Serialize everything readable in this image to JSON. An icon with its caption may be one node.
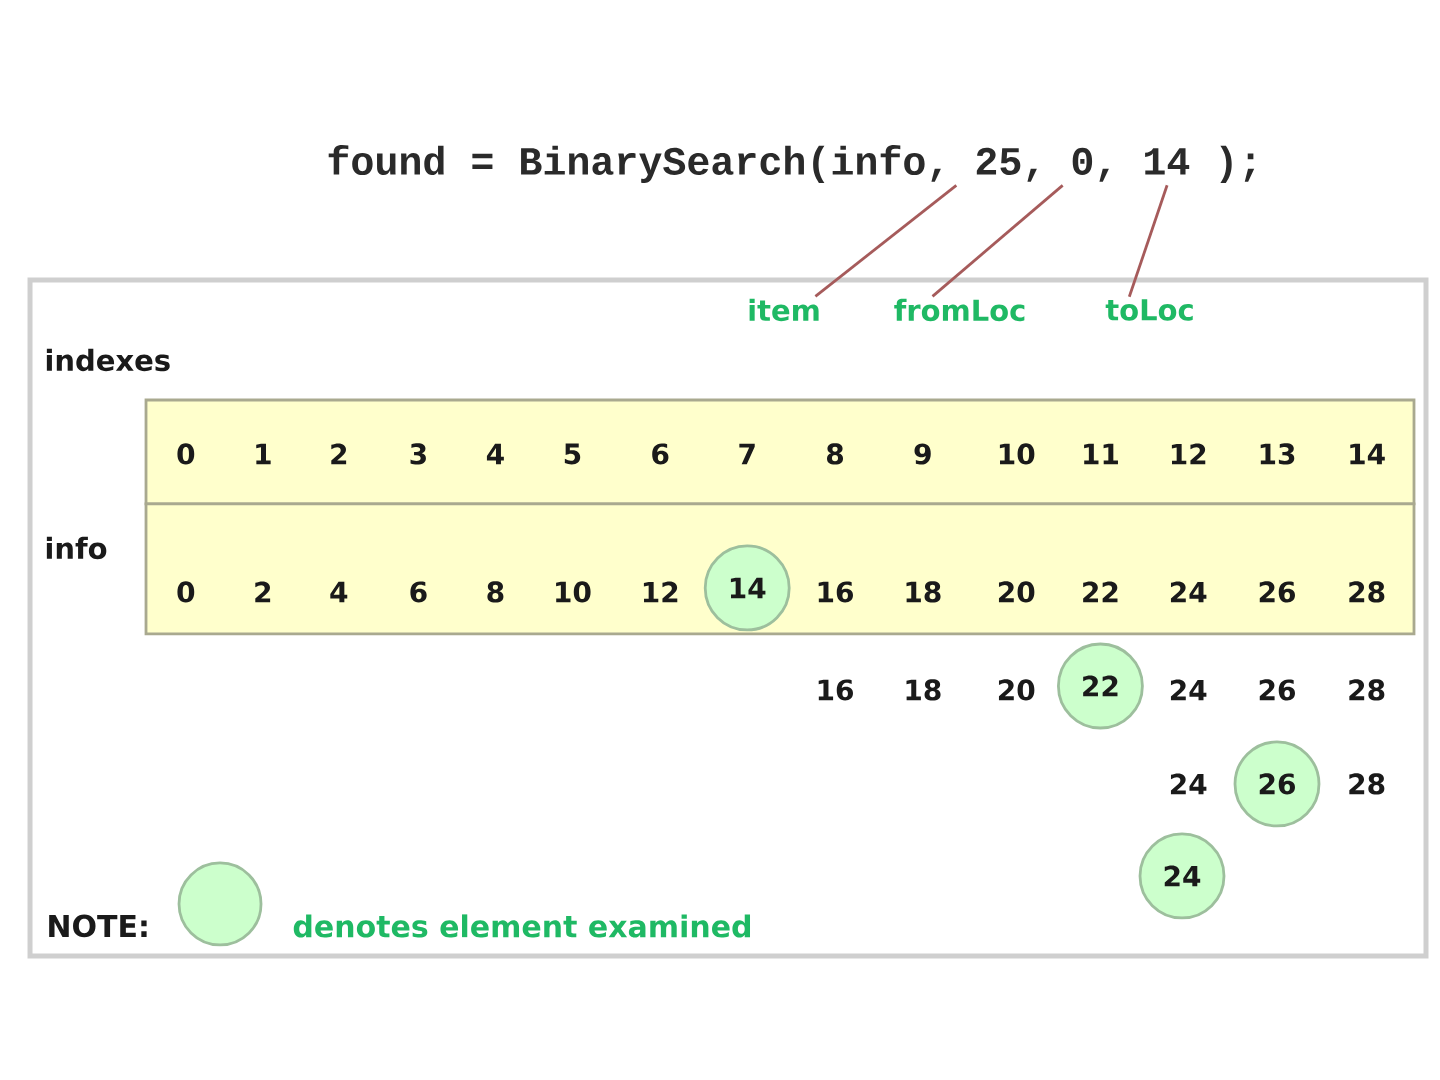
{
  "diagram": {
    "nodes": [
      {
        "text": [
          "found = BinarySearch(info, 25, 0, 14 );"
        ]
      },
      {
        "text": [],
        "shape": "box"
      },
      {
        "text": [
          "item"
        ],
        "in": 1
      },
      {
        "text": [
          "fromLoc"
        ],
        "in": 1
      },
      {
        "text": [
          "toLoc"
        ],
        "in": 1
      },
      {
        "text": [
          "0",
          "1",
          "2",
          "3",
          "4",
          "5",
          "6",
          "7",
          "8",
          "9",
          "10",
          "11",
          "12",
          "13",
          "14"
        ],
        "beside": [
          "indexes"
        ],
        "in": 1
      },
      {
        "text": [
          "0",
          "2",
          "4",
          "6",
          "8",
          "10",
          "12",
          "16",
          "18",
          "20",
          "22",
          "24",
          "26",
          "28"
        ],
        "beside": [
          "info"
        ],
        "in": 1
      },
      {
        "text": [
          "14"
        ],
        "in": 6
      },
      {
        "text": [
          "22"
        ],
        "in": 1
      },
      {
        "text": [
          "26"
        ],
        "in": 1
      },
      {
        "text": [
          "24"
        ],
        "in": 1
      }
    ],
    "edges": [
      {
        "from": 2,
        "to": 0,
        "arrow": "none"
      },
      {
        "from": 3,
        "to": 0,
        "arrow": "none"
      },
      {
        "from": 4,
        "to": 0,
        "arrow": "none"
      }
    ],
    "labels": [
      "16",
      "18",
      "20",
      "24",
      "26",
      "28",
      "24",
      "28",
      "NOTE:"
    ],
    "legend": [
      {
        "text": "denotes element examined",
        "color": "#ccffcc"
      }
    ]
  }
}
